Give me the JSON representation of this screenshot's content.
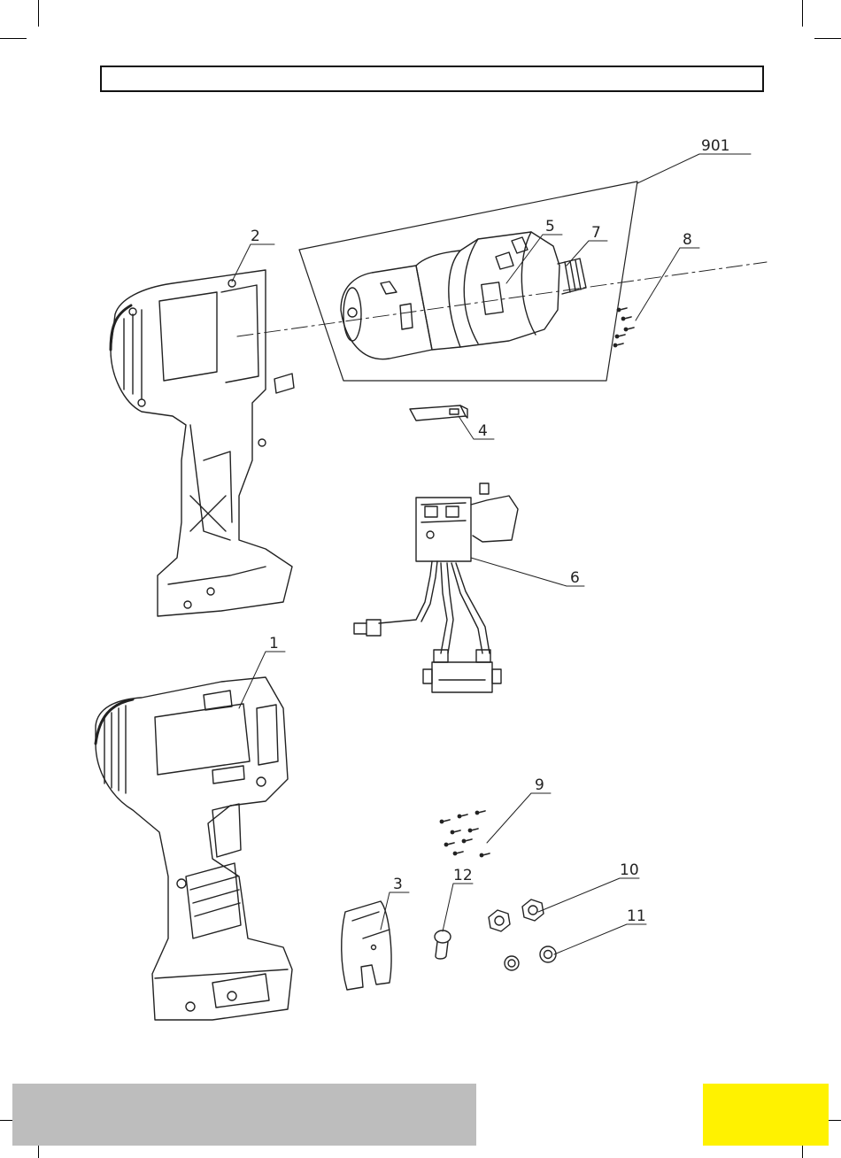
{
  "diagram": {
    "part_labels": {
      "p1": "1",
      "p2": "2",
      "p3": "3",
      "p4": "4",
      "p5": "5",
      "p6": "6",
      "p7": "7",
      "p8": "8",
      "p9": "9",
      "p10": "10",
      "p11": "11",
      "p12": "12",
      "p901": "901"
    }
  },
  "colors": {
    "footer_gray": "#bdbdbd",
    "accent_yellow": "#fff200",
    "line": "#222222"
  }
}
